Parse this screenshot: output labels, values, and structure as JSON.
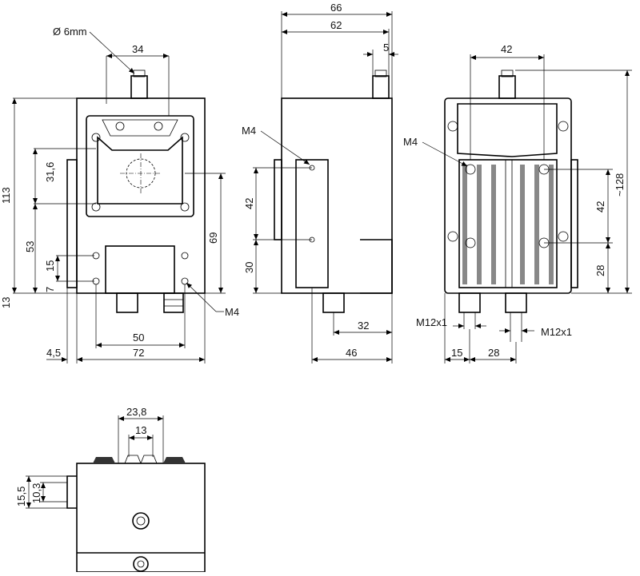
{
  "labels": {
    "front_diameter": "Ø 6mm",
    "front_w34": "34",
    "front_h113": "113",
    "front_h31_6": "31,6",
    "front_h53": "53",
    "front_h15": "15",
    "front_h7": "7",
    "front_h13": "13",
    "front_h69": "69",
    "front_m4": "M4",
    "front_w50": "50",
    "front_w4_5": "4,5",
    "front_w72": "72",
    "side_w66": "66",
    "side_w62": "62",
    "side_w5": "5",
    "side_m4": "M4",
    "side_h42": "42",
    "side_h30": "30",
    "side_w32": "32",
    "side_w46": "46",
    "back_w42": "42",
    "back_m4": "M4",
    "back_h128": "~128",
    "back_h42": "42",
    "back_h28": "28",
    "back_m12_left": "M12x1",
    "back_m12_right": "M12x1",
    "back_w15": "15",
    "back_w28": "28",
    "bottom_w23_8": "23,8",
    "bottom_w13": "13",
    "bottom_h15_5": "15,5",
    "bottom_h10_3": "10,3"
  }
}
